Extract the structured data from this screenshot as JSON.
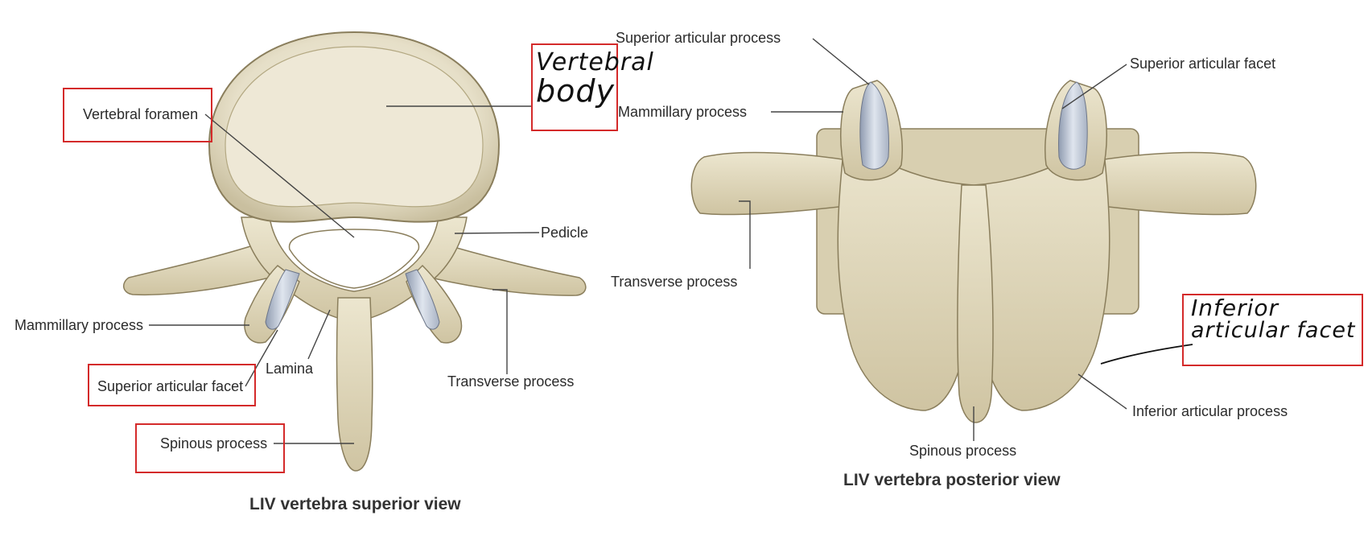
{
  "superior_view": {
    "caption": "LIV vertebra superior view",
    "labels": {
      "vertebral_foramen": "Vertebral foramen",
      "pedicle": "Pedicle",
      "mammillary_process": "Mammillary process",
      "lamina": "Lamina",
      "superior_articular_facet": "Superior articular facet",
      "transverse_process": "Transverse process",
      "spinous_process": "Spinous process"
    },
    "handwritten": {
      "line1": "Vertebral",
      "line2": "body"
    }
  },
  "posterior_view": {
    "caption": "LIV vertebra posterior view",
    "labels": {
      "superior_articular_process": "Superior articular process",
      "superior_articular_facet": "Superior articular facet",
      "mammillary_process": "Mammillary process",
      "transverse_process": "Transverse process",
      "inferior_articular_process": "Inferior articular process",
      "spinous_process": "Spinous  process"
    },
    "handwritten": {
      "line1": "Inferior",
      "line2": "articular facet"
    }
  },
  "colors": {
    "bone": "#e3dcc1",
    "bone_shadow": "#b9ad87",
    "bone_outline": "#8a7e5c",
    "cartilage": "#c7d0de",
    "annotation_box": "#d42a2a",
    "leader_line": "#444444"
  }
}
